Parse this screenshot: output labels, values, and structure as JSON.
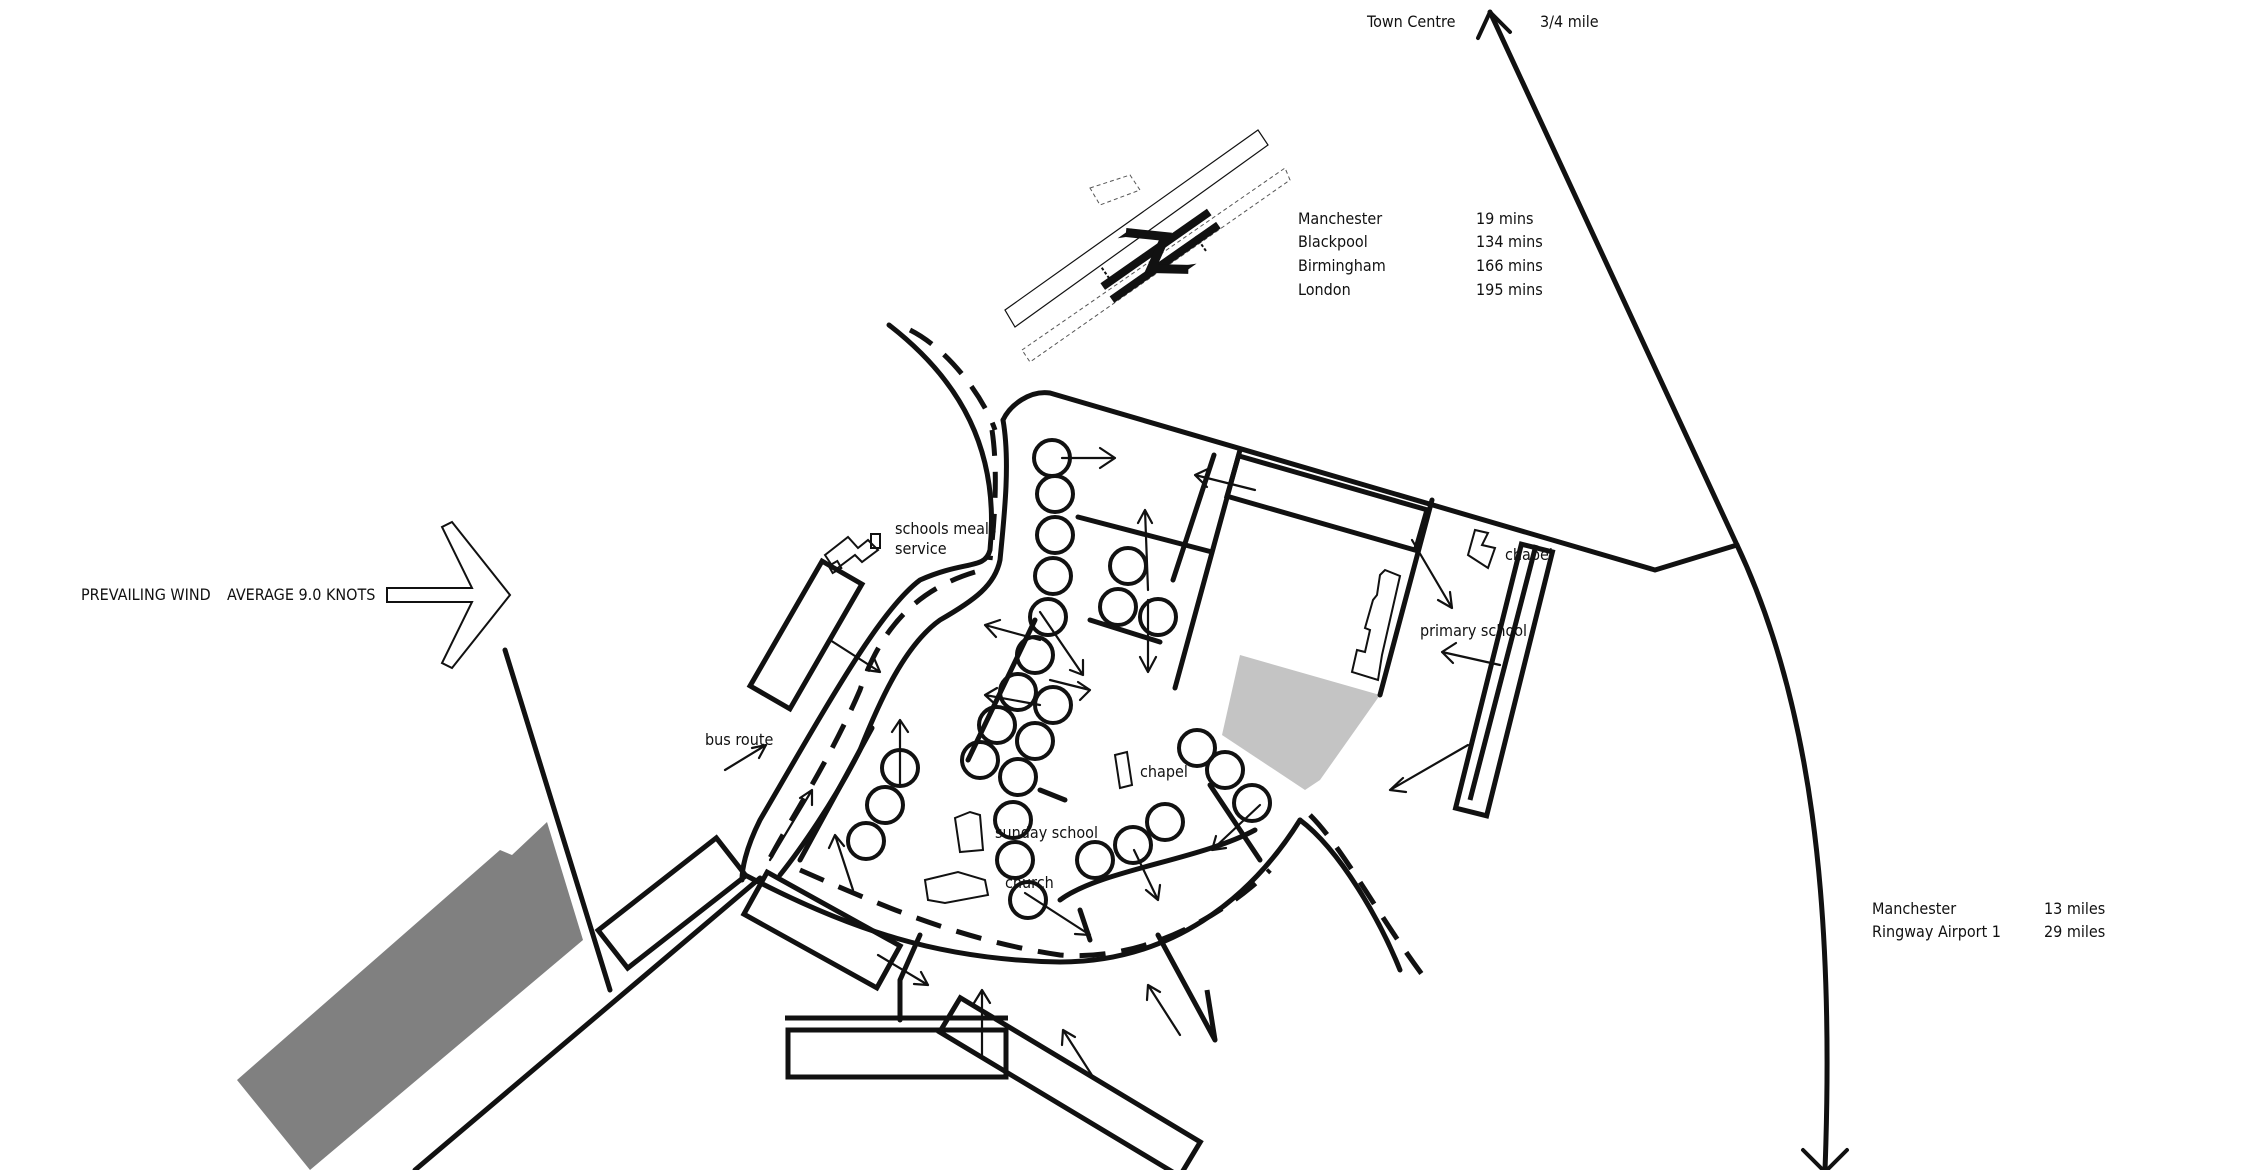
{
  "wind": {
    "label": "PREVAILING WIND",
    "average": "AVERAGE  9.0  KNOTS",
    "direction": "east"
  },
  "town_centre": {
    "label": "Town Centre",
    "distance": "3/4 mile"
  },
  "rail_times": [
    {
      "city": "Manchester",
      "time": "19 mins"
    },
    {
      "city": "Blackpool",
      "time": "134 mins"
    },
    {
      "city": "Birmingham",
      "time": "166 mins"
    },
    {
      "city": "London",
      "time": "195 mins"
    }
  ],
  "road_distances": [
    {
      "place": "Manchester",
      "distance": "13 miles"
    },
    {
      "place": "Ringway Airport 1",
      "distance": "29 miles"
    }
  ],
  "place_labels": {
    "schools_meals_line1": "schools meals",
    "schools_meals_line2": "service",
    "bus_route": "bus route",
    "chapel_upper": "chapel",
    "primary_school": "primary school",
    "chapel_lower": "chapel",
    "sunday_school": "sunday school",
    "church": "church"
  },
  "icons": {
    "railway": "british-rail-double-arrow-icon",
    "wind": "outline-arrow-right-icon"
  },
  "colors": {
    "ink": "#111111",
    "dark_fill": "#808080",
    "light_fill": "#c4c4c4",
    "background": "#ffffff"
  }
}
